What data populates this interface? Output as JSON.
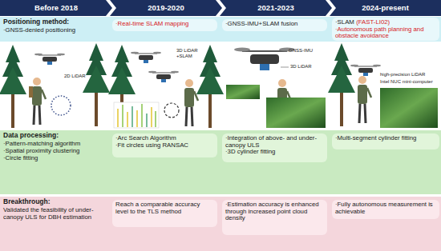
{
  "diagram": {
    "nodes": [
      {
        "text": [
          "Before 2018"
        ]
      },
      {
        "text": [
          "2019-2020"
        ]
      },
      {
        "text": [
          "2021-2023"
        ]
      },
      {
        "text": [
          "2024-present"
        ]
      },
      {
        "text": [
          "Positioning method:",
          "·GNSS-denied positioning"
        ]
      },
      {
        "text": [
          "·Real-time SLAM mapping"
        ],
        "in": 4
      },
      {
        "text": [
          "·GNSS-IMU+SLAM fusion"
        ],
        "in": 4
      },
      {
        "text": [
          "·SLAM",
          "(FAST-LI02)",
          "·Autonomous path planning and obstacle avoidance"
        ],
        "in": 4
      },
      {
        "text": [
          "Data processing:",
          "·Pattern-matching algorithm",
          "·Spatial proximity clustering",
          "·Circle fitting"
        ]
      },
      {
        "text": [
          "·Arc Search Algorithm",
          "·Fit circles using RANSAC"
        ],
        "in": 8
      },
      {
        "text": [
          "·Integration of above- and under-canopy ULS",
          "·3D cylinder fitting"
        ],
        "in": 8
      },
      {
        "text": [
          "·Multi-segment cylinder fitting"
        ],
        "in": 8
      },
      {
        "text": [
          "Breakthrough:",
          "Validated the feasibility of under-canopy ULS for DBH estimation"
        ]
      },
      {
        "text": [
          "Reach a comparable accuracy level to the TLS method"
        ],
        "in": 12
      },
      {
        "text": [
          "·Estimation accuracy is enhanced through increased point cloud density"
        ],
        "in": 12
      },
      {
        "text": [
          "·Fully autonomous measurement is achievable"
        ],
        "in": 12
      }
    ],
    "labels": [
      "2D LiDAR",
      "3D LiDAR +SLAM",
      "GNSS-IMU",
      "3D LiDAR",
      "high-precision LiDAR",
      "Intel NUC mini-computer"
    ]
  }
}
